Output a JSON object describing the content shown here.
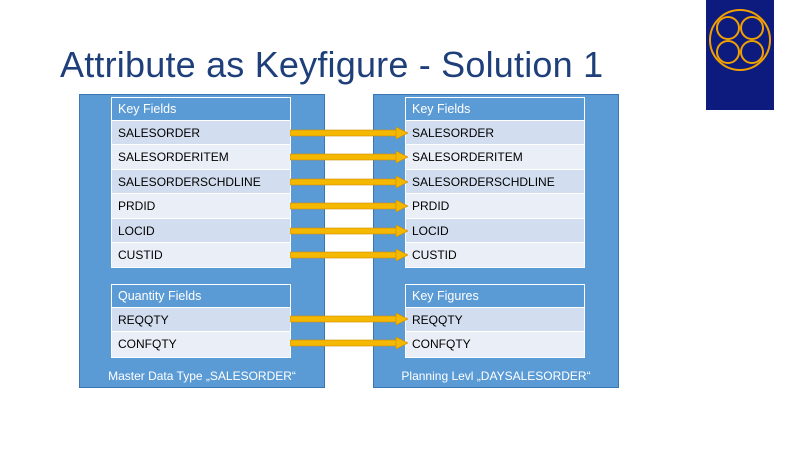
{
  "slide": {
    "title": "Attribute as Keyfigure  - Solution 1"
  },
  "colors": {
    "title": "#1f3f7a",
    "panel": "#5b9bd5",
    "row_dark": "#d2deef",
    "row_light": "#eaeff7",
    "arrow": "#f5b800",
    "logo_bg": "#0d1b7e",
    "logo_rings": "#f0a000"
  },
  "logo": {
    "icon": "four-circles-logo-icon"
  },
  "left_panel": {
    "caption": "Master Data Type „SALESORDER“",
    "key_table": {
      "header": "Key Fields",
      "rows": [
        "SALESORDER",
        "SALESORDERITEM",
        "SALESORDERSCHDLINE",
        "PRDID",
        "LOCID",
        "CUSTID"
      ]
    },
    "qty_table": {
      "header": "Quantity Fields",
      "rows": [
        "REQQTY",
        "CONFQTY"
      ]
    }
  },
  "right_panel": {
    "caption": "Planning Levl „DAYSALESORDER“",
    "key_table": {
      "header": "Key Fields",
      "rows": [
        "SALESORDER",
        "SALESORDERITEM",
        "SALESORDERSCHDLINE",
        "PRDID",
        "LOCID",
        "CUSTID"
      ]
    },
    "qty_table": {
      "header": "Key Figures",
      "rows": [
        "REQQTY",
        "CONFQTY"
      ]
    }
  },
  "arrows": [
    {
      "from": "SALESORDER",
      "to": "SALESORDER"
    },
    {
      "from": "SALESORDERITEM",
      "to": "SALESORDERITEM"
    },
    {
      "from": "SALESORDERSCHDLINE",
      "to": "SALESORDERSCHDLINE"
    },
    {
      "from": "PRDID",
      "to": "PRDID"
    },
    {
      "from": "LOCID",
      "to": "LOCID"
    },
    {
      "from": "CUSTID",
      "to": "CUSTID"
    },
    {
      "from": "REQQTY",
      "to": "REQQTY"
    },
    {
      "from": "CONFQTY",
      "to": "CONFQTY"
    }
  ]
}
